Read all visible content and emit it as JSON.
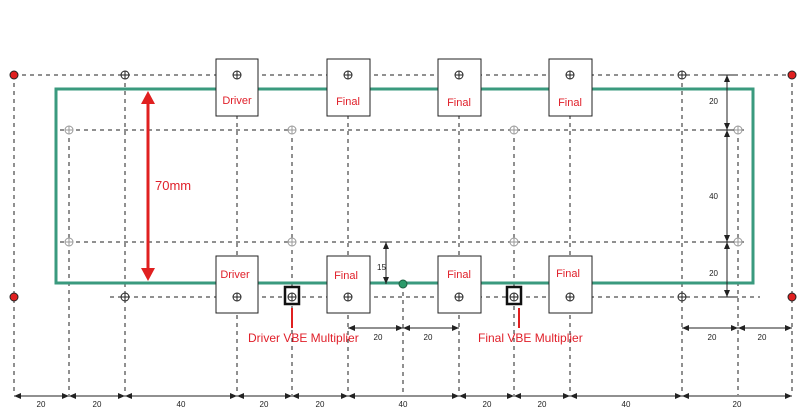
{
  "board_outline_color": "#3a9a7e",
  "accent_red": "#e02020",
  "transistor_labels": {
    "top": [
      "Driver",
      "Final",
      "Final",
      "Final"
    ],
    "bottom": [
      "Driver",
      "Final",
      "Final",
      "Final"
    ]
  },
  "height_annotation": "70mm",
  "vbe_labels": {
    "driver": "Driver VBE Multiplier",
    "final": "Final VBE Multiplier"
  },
  "right_dimensions": [
    "20",
    "40",
    "20"
  ],
  "left_small_dimension": "15",
  "middle_dimensions": [
    "20",
    "20"
  ],
  "right_middle_dimensions": [
    "20",
    "20"
  ],
  "bottom_dimensions": [
    "20",
    "20",
    "40",
    "20",
    "20",
    "40",
    "20",
    "20",
    "40",
    "20"
  ]
}
